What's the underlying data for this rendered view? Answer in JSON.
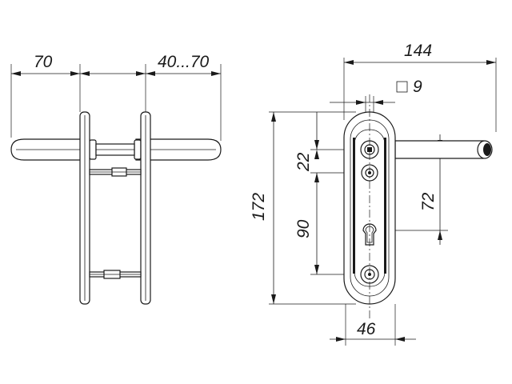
{
  "dimensions": {
    "lever_projection": "70",
    "door_thickness": "40...70",
    "overall_width": "144",
    "spindle_square": "9",
    "spindle_to_top_screw": "22",
    "spindle_to_cylinder": "72",
    "overall_height": "172",
    "spindle_to_bottom_screw": "90",
    "plate_width": "46"
  },
  "colors": {
    "line": "#1a1a1a",
    "background": "#ffffff"
  }
}
